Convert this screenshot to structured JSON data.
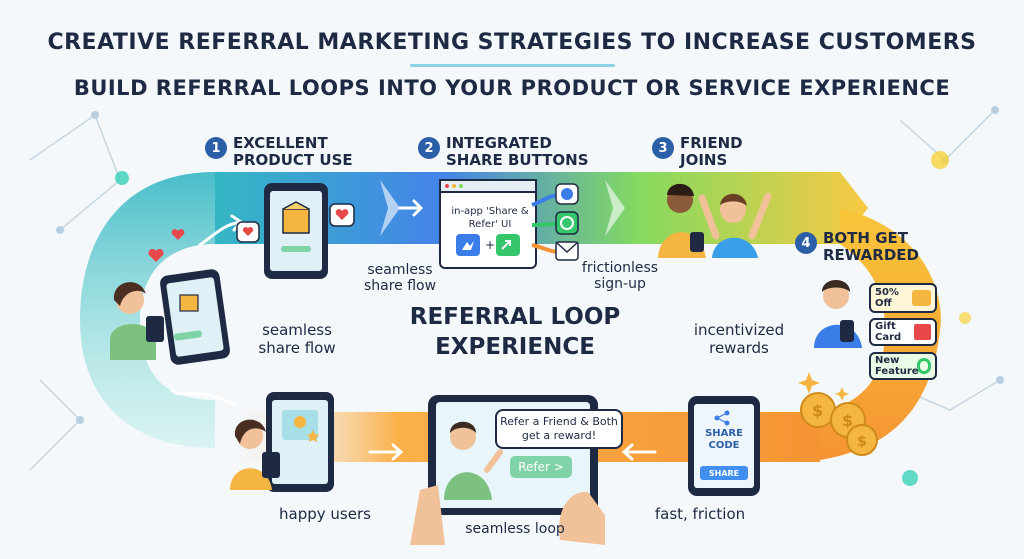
{
  "header": {
    "title": "CREATIVE REFERRAL MARKETING STRATEGIES TO INCREASE CUSTOMERS",
    "subtitle": "BUILD REFERRAL LOOPS INTO YOUR PRODUCT OR SERVICE EXPERIENCE"
  },
  "steps": [
    {
      "number": "1",
      "label": "EXCELLENT PRODUCT USE"
    },
    {
      "number": "2",
      "label": "INTEGRATED SHARE BUTTONS"
    },
    {
      "number": "3",
      "label": "FRIEND JOINS"
    },
    {
      "number": "4",
      "label": "BOTH GET REWARDED"
    }
  ],
  "loop_labels": {
    "seamless_share_top": "seamless share flow",
    "frictionless_signup": "frictionless sign-up",
    "seamless_share_left": "seamless share flow",
    "incentivized_rewards": "incentivized rewards",
    "happy_users": "happy users",
    "seamless_loop": "seamless loop",
    "fast_friction": "fast, friction"
  },
  "center": {
    "line1": "REFERRAL LOOP",
    "line2": "EXPERIENCE"
  },
  "share_panel": {
    "text": "in-app 'Share & Refer' UI"
  },
  "rewards": {
    "discount": "50% Off",
    "gift": "Gift Card",
    "feature": "New Feature"
  },
  "tablet": {
    "bubble": "Refer a Friend & Both get a reward!",
    "button": "Refer >"
  },
  "phone_share": {
    "code": "SHARE CODE",
    "button": "SHARE"
  },
  "colors": {
    "teal": "#29b7c3",
    "blue": "#3b7de8",
    "green": "#7ed957",
    "yellow": "#f8c63a",
    "orange": "#f59432"
  }
}
